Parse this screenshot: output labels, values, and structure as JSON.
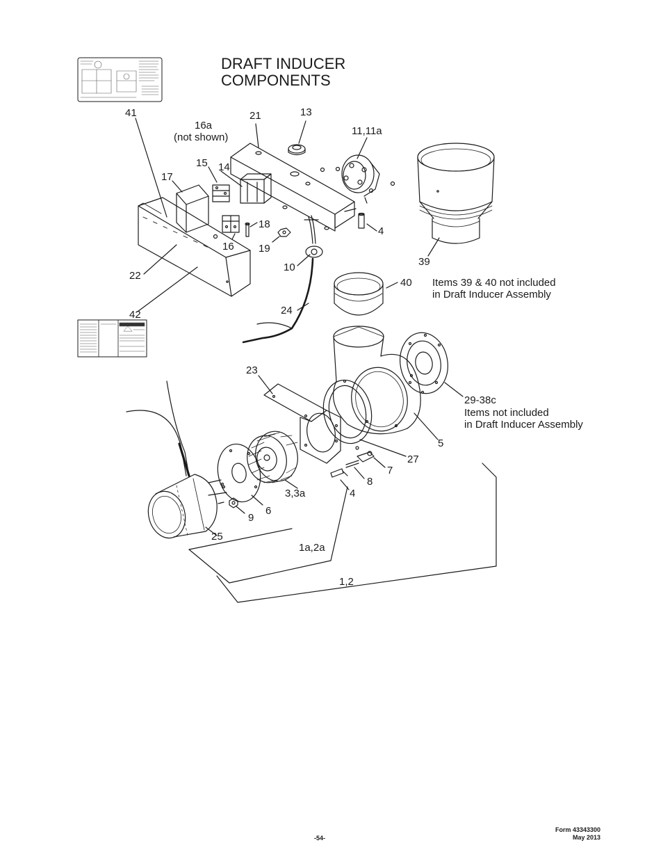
{
  "title": {
    "line1": "DRAFT INDUCER",
    "line2": "COMPONENTS"
  },
  "callouts": {
    "c41": "41",
    "c21": "21",
    "c13": "13",
    "c16a": "16a",
    "c16a_note": "(not shown)",
    "c11": "11,11a",
    "c15": "15",
    "c14": "14",
    "c17": "17",
    "c18": "18",
    "c4a": "4",
    "c16": "16",
    "c19": "19",
    "c39": "39",
    "c10": "10",
    "c22": "22",
    "c40": "40",
    "c42": "42",
    "c24": "24",
    "c23": "23",
    "c29": "29-38c",
    "c5": "5",
    "c27": "27",
    "c7": "7",
    "c8": "8",
    "c3": "3,3a",
    "c4b": "4",
    "c6": "6",
    "c9": "9",
    "c25": "25",
    "c1a": "1a,2a",
    "c1": "1,2"
  },
  "notes": {
    "items_39_40": {
      "line1": "Items 39 & 40 not included",
      "line2": "in Draft Inducer Assembly"
    },
    "items_29_38": {
      "line1": "Items not included",
      "line2": "in Draft Inducer Assembly"
    }
  },
  "footer": {
    "form": "Form 43343300",
    "date": "May 2013",
    "page": "-54-"
  }
}
